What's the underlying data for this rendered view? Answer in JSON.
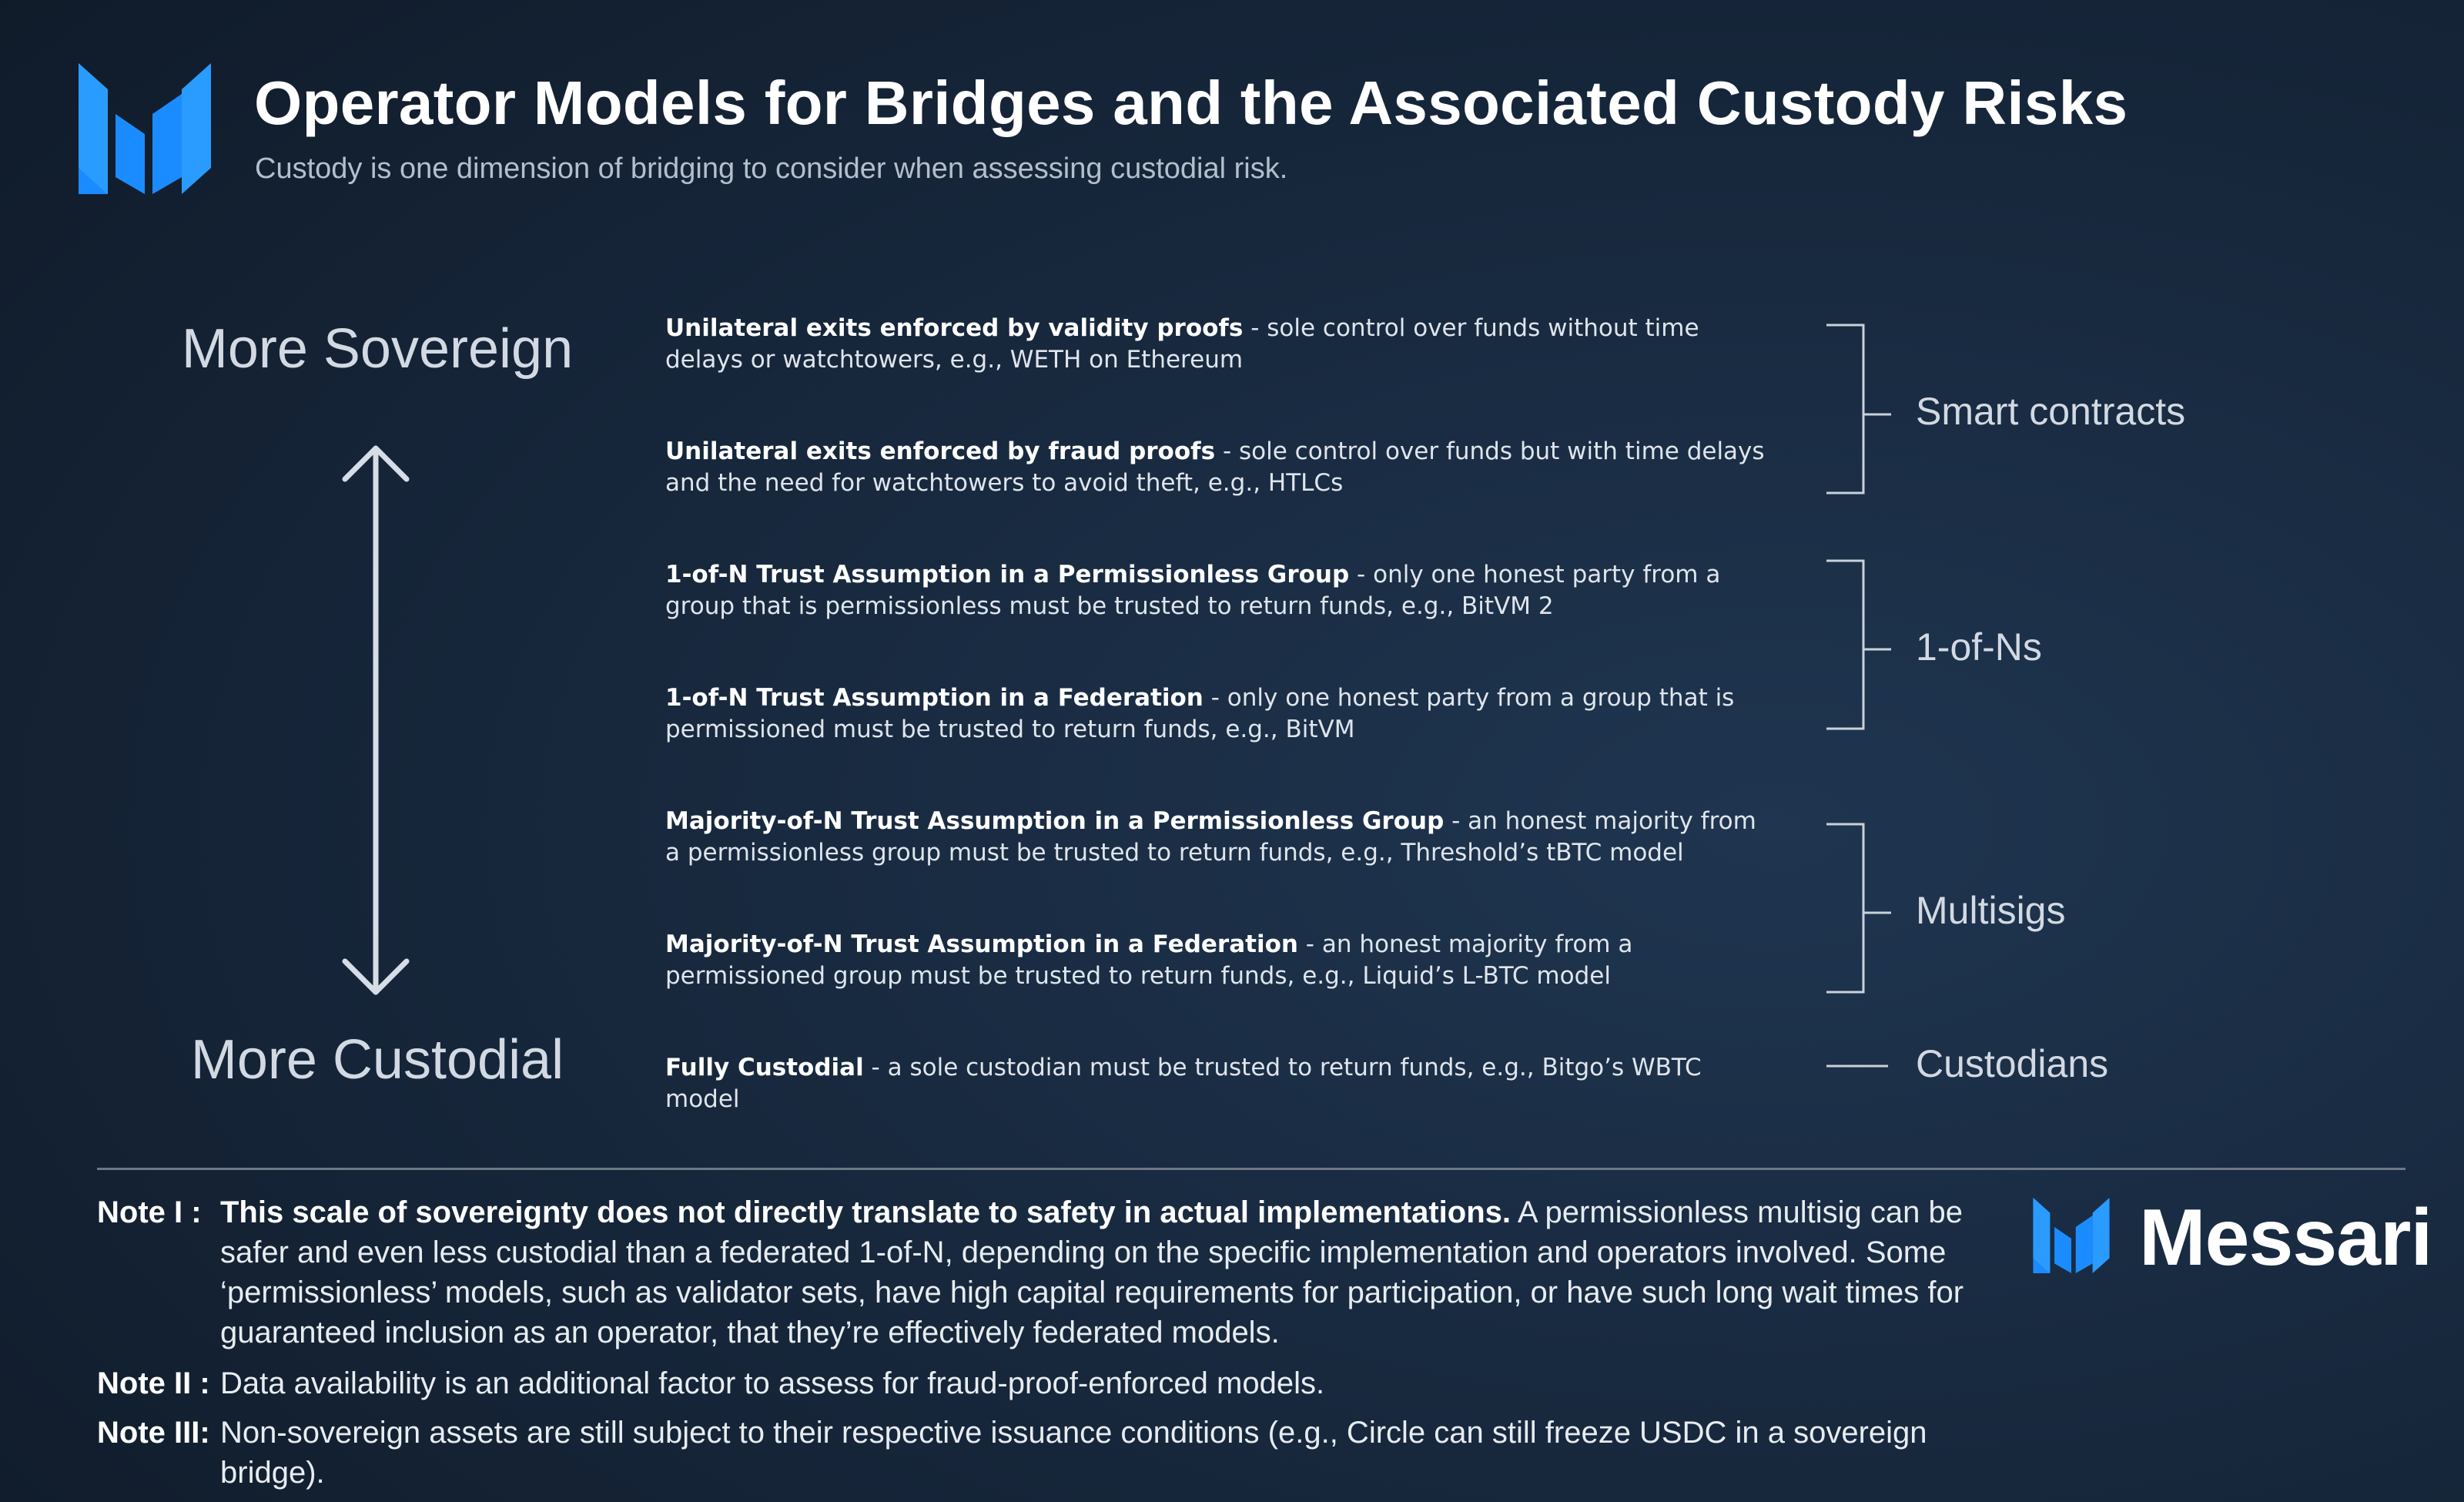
{
  "header": {
    "title": "Operator Models for Bridges and the Associated Custody Risks",
    "subtitle": "Custody is one dimension of bridging to consider when assessing custodial risk."
  },
  "scale": {
    "top_label": "More Sovereign",
    "bottom_label": "More Custodial"
  },
  "items": [
    {
      "title": "Unilateral exits enforced by validity proofs",
      "desc": "sole control over funds without time delays or watchtowers, e.g., WETH on Ethereum"
    },
    {
      "title": "Unilateral exits enforced by fraud proofs",
      "desc": "sole control over funds but with time delays and the need for watchtowers to avoid theft, e.g., HTLCs"
    },
    {
      "title": "1-of-N Trust Assumption in a Permissionless Group",
      "desc": "only one honest party from a group that is permissionless must be trusted to return funds, e.g., BitVM 2"
    },
    {
      "title": "1-of-N Trust Assumption in a Federation",
      "desc": "only one honest party from a group that is permissioned must be trusted to return funds, e.g., BitVM"
    },
    {
      "title": "Majority-of-N Trust Assumption in a Permissionless Group",
      "desc": "an honest majority from a permissionless group must be trusted to return funds, e.g., Threshold’s tBTC model"
    },
    {
      "title": "Majority-of-N Trust Assumption in a Federation",
      "desc": "an honest majority from a permissioned group must be trusted to return funds, e.g., Liquid’s L-BTC model"
    },
    {
      "title": "Fully Custodial",
      "desc": "a sole custodian must be trusted to return funds, e.g., Bitgo’s WBTC model"
    }
  ],
  "groups": [
    {
      "label": "Smart contracts"
    },
    {
      "label": "1-of-Ns"
    },
    {
      "label": "Multisigs"
    },
    {
      "label": "Custodians"
    }
  ],
  "notes": [
    {
      "label": "Note I  :",
      "bold": "This scale of sovereignty does not directly translate to safety in actual implementations.",
      "text": "A permissionless multisig can be safer and even less custodial than a federated 1-of-N, depending on the specific implementation and operators involved. Some ‘permissionless’ models, such as validator sets, have high capital requirements for participation, or have such long wait times for guaranteed inclusion as an operator, that they’re effectively federated models."
    },
    {
      "label": "Note II :",
      "text": "Data availability is an additional factor to assess for fraud-proof-enforced models."
    },
    {
      "label": "Note III:",
      "text": "Non-sovereign assets are still subject to their respective issuance conditions (e.g., Circle can still freeze USDC in a sovereign bridge)."
    }
  ],
  "brand": {
    "name": "Messari"
  },
  "colors": {
    "accent": "#1a8cff",
    "background": "#13202f",
    "text": "#dde3ea"
  }
}
